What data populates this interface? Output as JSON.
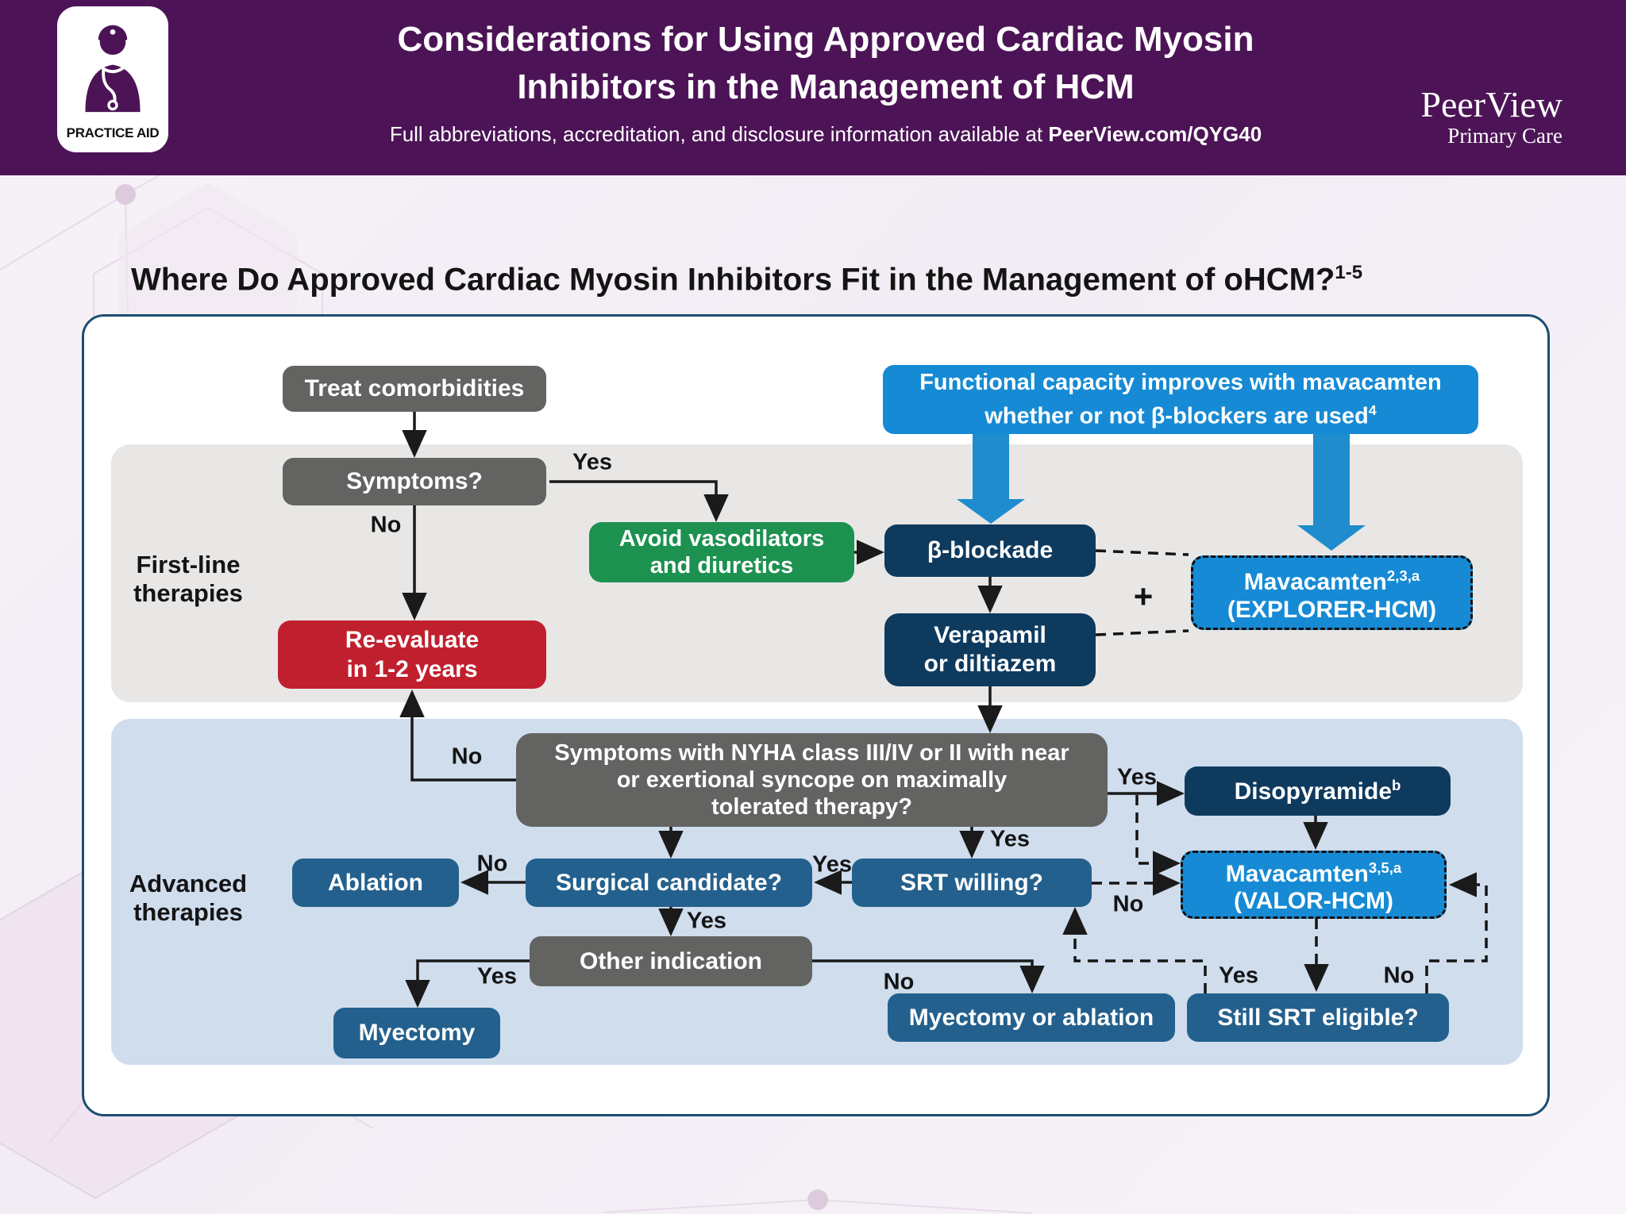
{
  "header": {
    "practice_aid": "PRACTICE AID",
    "title_line1": "Considerations for Using Approved Cardiac Myosin",
    "title_line2": "Inhibitors in the Management of HCM",
    "subtitle_prefix": "Full abbreviations, accreditation, and disclosure information available at ",
    "subtitle_link": "PeerView.com/QYG40",
    "brand_name": "PeerView",
    "brand_sub": "Primary Care"
  },
  "page": {
    "title": "Where Do Approved Cardiac Myosin Inhibitors Fit in the Management of oHCM?",
    "title_sup": "1-5"
  },
  "sections": {
    "first_line": {
      "line1": "First-line",
      "line2": "therapies"
    },
    "advanced": {
      "line1": "Advanced",
      "line2": "therapies"
    }
  },
  "callout": {
    "line1": "Functional capacity improves with mavacamten",
    "line2": "whether or not β-blockers are used",
    "line2_sup": "4"
  },
  "nodes": {
    "treat": {
      "text": "Treat comorbidities"
    },
    "symptoms": {
      "text": "Symptoms?"
    },
    "avoid": {
      "line1": "Avoid vasodilators",
      "line2": "and diuretics"
    },
    "beta": {
      "text": "β-blockade"
    },
    "verapamil": {
      "line1": "Verapamil",
      "line2": "or diltiazem"
    },
    "explorer": {
      "drug": "Mavacamten",
      "sup": "2,3,a",
      "trial": "(EXPLORER-HCM)"
    },
    "reevaluate": {
      "line1": "Re-evaluate",
      "line2": "in 1-2 years"
    },
    "nyha": {
      "line1": "Symptoms with NYHA class III/IV or II with near",
      "line2": "or exertional syncope on maximally",
      "line3": "tolerated therapy?"
    },
    "disopyramide": {
      "drug": "Disopyramide",
      "sup": "b"
    },
    "valor": {
      "drug": "Mavacamten",
      "sup": "3,5,a",
      "trial": "(VALOR-HCM)"
    },
    "ablation": {
      "text": "Ablation"
    },
    "surgical": {
      "text": "Surgical candidate?"
    },
    "srt": {
      "text": "SRT willing?"
    },
    "other": {
      "text": "Other indication"
    },
    "myectomy": {
      "text": "Myectomy"
    },
    "myectomy_or_ablation": {
      "text": "Myectomy or ablation"
    },
    "still_srt": {
      "text": "Still SRT eligible?"
    }
  },
  "edge_labels": {
    "symptoms_yes": "Yes",
    "symptoms_no": "No",
    "nyha_no": "No",
    "nyha_yes_right": "Yes",
    "nyha_yes_down": "Yes",
    "srt_yes_left": "Yes",
    "surgical_no": "No",
    "surgical_yes_down": "Yes",
    "other_yes": "Yes",
    "other_no": "No",
    "srt_no_right": "No",
    "still_srt_yes": "Yes",
    "still_srt_no": "No",
    "plus": "+"
  },
  "colors": {
    "header_purple": "#4c1456",
    "gray_box": "#636362",
    "navy_box": "#0e3a5e",
    "steel_box": "#24608d",
    "bright_blue": "#168ad4",
    "green_box": "#1d9150",
    "red_box": "#c0202e",
    "gray_band": "#e9e7e5",
    "blue_band": "#cfdded",
    "container_border": "#1b4e72"
  }
}
